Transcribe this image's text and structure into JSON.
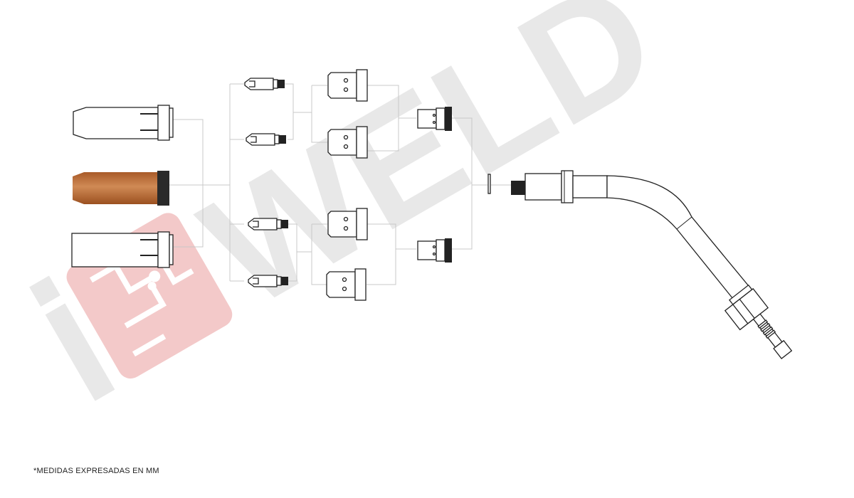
{
  "diagram": {
    "title": "MIG torch consumables exploded diagram",
    "watermark_brand": "iOWELD",
    "footnote": "*MEDIDAS EXPRESADAS EN MM",
    "colors": {
      "copper_nozzle": "#b86a35",
      "nozzle_band": "#2a2a2a",
      "connector_lines": "#c8c8c8",
      "watermark_gray": "#e8e8e8",
      "watermark_red": "#f3c9c9"
    }
  }
}
